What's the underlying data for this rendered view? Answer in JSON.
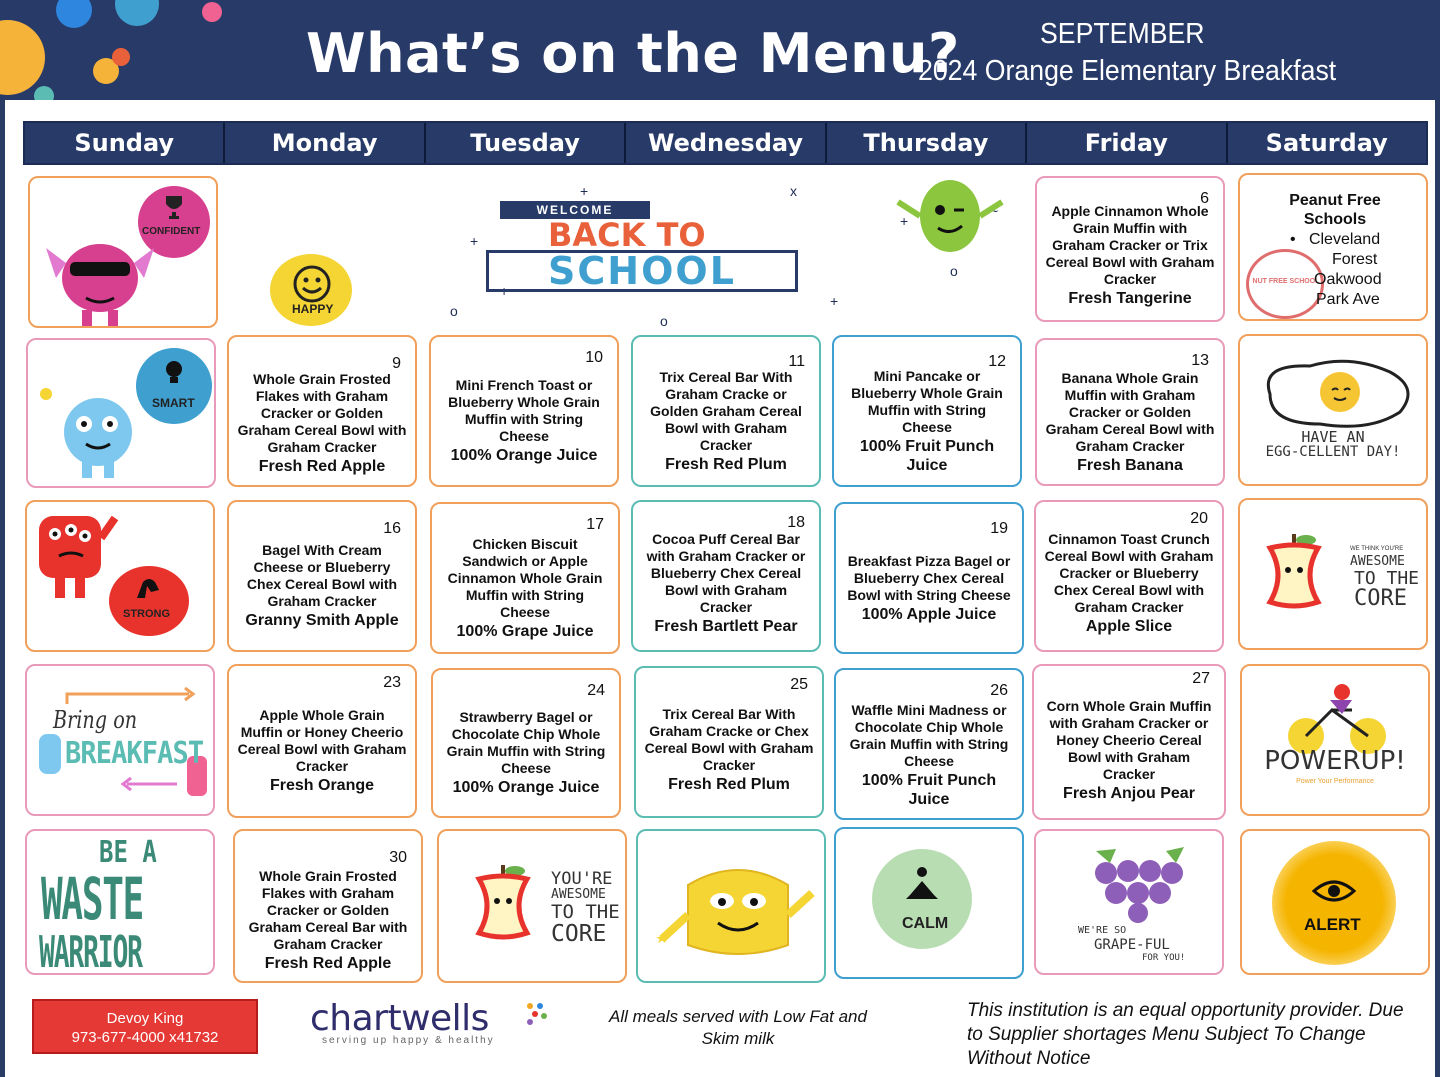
{
  "header": {
    "title": "What’s on the Menu?",
    "month": "SEPTEMBER",
    "subtitle": "2024 Orange Elementary Breakfast"
  },
  "days": [
    "Sunday",
    "Monday",
    "Tuesday",
    "Wednesday",
    "Thursday",
    "Friday",
    "Saturday"
  ],
  "art_labels": {
    "confident": "CONFIDENT",
    "happy": "HAPPY",
    "welcome": "WELCOME",
    "back_to": "BACK TO",
    "school": "SCHOOL",
    "smart": "SMART",
    "egg_line1": "HAVE AN",
    "egg_line2": "EGG-CELLENT DAY!",
    "strong": "STRONG",
    "core_small": "WE THINK YOU'RE",
    "core_awesome": "AWESOME",
    "core_to_the": "TO THE",
    "core_core": "CORE",
    "bring_on": "Bring on",
    "breakfast": "BREAKFAST",
    "powerup": "POWERUP!",
    "powerup_tag": "Power Your Performance",
    "be_a": "BE A",
    "waste": "WASTE",
    "warrior": "WARRIOR",
    "youre": "YOU'RE",
    "awesome": "AWESOME",
    "to_the": "TO THE",
    "core": "CORE",
    "calm": "CALM",
    "grape1": "WE'RE SO",
    "grape2": "GRAPE-FUL",
    "grape3": "FOR YOU!",
    "alert": "ALERT"
  },
  "peanut_free": {
    "title": "Peanut Free Schools",
    "schools": [
      "Cleveland",
      "Forest",
      "Oakwood",
      "Park Ave"
    ],
    "badge": "NUT FREE SCHOOL"
  },
  "menu": {
    "d6": {
      "date": "6",
      "text": "Apple Cinnamon Whole Grain Muffin with Graham Cracker or Trix Cereal Bowl with Graham Cracker",
      "fruit": "Fresh Tangerine"
    },
    "d9": {
      "date": "9",
      "text": "Whole Grain Frosted Flakes with Graham Cracker or Golden Graham Cereal Bowl with Graham Cracker",
      "fruit": "Fresh Red Apple"
    },
    "d10": {
      "date": "10",
      "text": "Mini French Toast or Blueberry Whole Grain Muffin with String Cheese",
      "fruit": "100% Orange Juice"
    },
    "d11": {
      "date": "11",
      "text": "Trix Cereal Bar With Graham Cracke or Golden Graham Cereal Bowl with Graham Cracker",
      "fruit": "Fresh Red Plum"
    },
    "d12": {
      "date": "12",
      "text": "Mini Pancake or Blueberry Whole Grain Muffin with String Cheese",
      "fruit": "100% Fruit Punch Juice"
    },
    "d13": {
      "date": "13",
      "text": "Banana Whole Grain Muffin with Graham Cracker or Golden Graham  Cereal Bowl with Graham Cracker",
      "fruit": "Fresh Banana"
    },
    "d16": {
      "date": "16",
      "text": "Bagel With Cream Cheese or Blueberry Chex Cereal Bowl with Graham Cracker",
      "fruit": "Granny Smith Apple"
    },
    "d17": {
      "date": "17",
      "text": "Chicken Biscuit Sandwich or  Apple Cinnamon Whole Grain Muffin  with String Cheese",
      "fruit": "100% Grape Juice"
    },
    "d18": {
      "date": "18",
      "text": "Cocoa Puff Cereal Bar with Graham Cracker or  Blueberry Chex Cereal Bowl with Graham Cracker",
      "fruit": "Fresh Bartlett Pear"
    },
    "d19": {
      "date": "19",
      "text": "Breakfast Pizza Bagel or  Blueberry Chex Cereal Bowl with String Cheese",
      "fruit": "100% Apple Juice"
    },
    "d20": {
      "date": "20",
      "text": "Cinnamon Toast Crunch Cereal Bowl with Graham Cracker or Blueberry Chex Cereal Bowl with Graham Cracker",
      "fruit": "Apple Slice"
    },
    "d23": {
      "date": "23",
      "text": "Apple Whole Grain Muffin or Honey Cheerio Cereal Bowl with Graham Cracker",
      "fruit": "Fresh Orange"
    },
    "d24": {
      "date": "24",
      "text": "Strawberry Bagel or Chocolate Chip Whole Grain Muffin with String Cheese",
      "fruit": "100% Orange Juice"
    },
    "d25": {
      "date": "25",
      "text": "Trix Cereal Bar With Graham Cracke or Chex Cereal  Bowl with Graham Cracker",
      "fruit": "Fresh Red Plum"
    },
    "d26": {
      "date": "26",
      "text": "Waffle Mini Madness or Chocolate Chip Whole Grain Muffin with String Cheese",
      "fruit": "100% Fruit Punch Juice"
    },
    "d27": {
      "date": "27",
      "text": "Corn Whole Grain Muffin with Graham Cracker or Honey Cheerio Cereal Bowl with Graham Cracker",
      "fruit": "Fresh Anjou Pear"
    },
    "d30": {
      "date": "30",
      "text": "Whole Grain Frosted Flakes with Graham Cracker or Golden Graham Cereal Bar with Graham Cracker",
      "fruit": "Fresh Red Apple"
    }
  },
  "footer": {
    "contact_name": "Devoy King",
    "contact_phone": "973-677-4000 x41732",
    "logo": "chartwells",
    "tagline": "serving up happy & healthy",
    "milk_note": "All meals served with Low Fat and Skim milk",
    "eop_note": "This institution is an equal opportunity provider. Due to Supplier shortages Menu Subject To Change Without Notice"
  },
  "colors": {
    "navy": "#273a68",
    "orange_border": "#f0a05a",
    "blue_border": "#3fa0d0",
    "pink_border": "#e89ab8",
    "teal_border": "#5bbcb3",
    "contact_red": "#e53935"
  }
}
